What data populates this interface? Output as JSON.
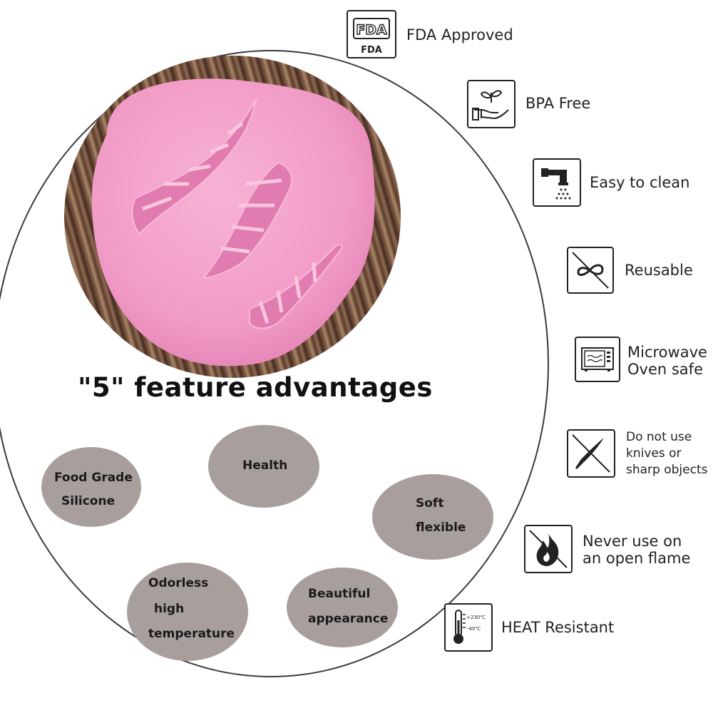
{
  "headline": "\"5\" feature advantages",
  "advantages": [
    {
      "lines": [
        "Food Grade",
        "Silicone"
      ]
    },
    {
      "lines": [
        "Health"
      ]
    },
    {
      "lines": [
        "Soft",
        "flexible"
      ]
    },
    {
      "lines": [
        "Odorless",
        "high",
        "temperature"
      ]
    },
    {
      "lines": [
        "Beautiful",
        "appearance"
      ]
    }
  ],
  "features": [
    {
      "icon": "fda-icon",
      "label": "FDA Approved",
      "icon_text": "FDA"
    },
    {
      "icon": "bpa-free-icon",
      "label": "BPA Free"
    },
    {
      "icon": "faucet-icon",
      "label": "Easy to clean"
    },
    {
      "icon": "reusable-icon",
      "label": "Reusable"
    },
    {
      "icon": "microwave-icon",
      "label_lines": [
        "Microwave",
        "Oven safe"
      ]
    },
    {
      "icon": "no-knife-icon",
      "label_lines": [
        "Do not use",
        "knives or",
        "sharp objects"
      ]
    },
    {
      "icon": "flame-icon",
      "label_lines": [
        "Never use on",
        "an open flame"
      ]
    },
    {
      "icon": "thermometer-icon",
      "label": "HEAT Resistant",
      "icon_texts": [
        "+230℃",
        "-40℃"
      ]
    }
  ],
  "colors": {
    "mold_pink": "#f49cc8",
    "bubble_gray": "#a89f9d",
    "wood_brown": "#6b4a37"
  }
}
